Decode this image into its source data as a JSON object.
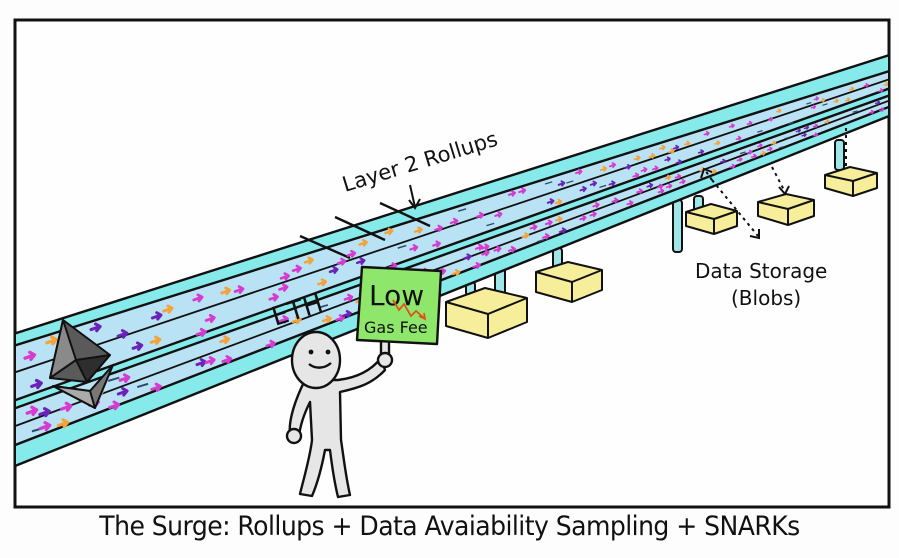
{
  "caption": "The Surge: Rollups + Data Avaiability Sampling + SNARKs",
  "labels": {
    "layer2": "Layer 2 Rollups",
    "eth_lane": "ETH",
    "data_storage_line1": "Data Storage",
    "data_storage_line2": "(Blobs)"
  },
  "sign": {
    "title": "Low",
    "subtitle": "Gas Fee"
  },
  "icons": {
    "ethereum": "ethereum-logo-icon",
    "person": "stick-figure-icon",
    "blob": "storage-box-icon",
    "trend": "downward-trend-icon"
  },
  "colors": {
    "road_fill": "#b9e3f5",
    "road_edge": "#86eaea",
    "sign_green": "#8ee66a",
    "blob_yellow": "#f7ee9c",
    "arrow_magenta": "#d63ad0",
    "arrow_purple": "#6a22b8",
    "arrow_orange": "#f4a23a",
    "trend_orange": "#e0521c"
  }
}
